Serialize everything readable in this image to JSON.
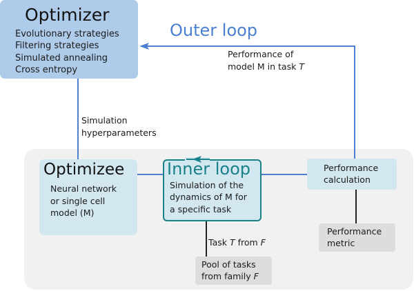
{
  "colors": {
    "optimizer_fill": "#aecbea",
    "outer_loop": "#4a7fd1",
    "inner_loop": "#188188",
    "light_box": "#d2e7ef",
    "gray_box": "#dddddd",
    "panel": "#f1f1f1"
  },
  "optimizer": {
    "title": "Optimizer",
    "items": [
      "Evolutionary strategies",
      "Filtering strategies",
      "Simulated annealing",
      "Cross entropy"
    ]
  },
  "outer_loop": {
    "title": "Outer loop",
    "label_line1": "Performance of",
    "label_line2_prefix": "model M in task ",
    "label_line2_italic": "T"
  },
  "simulation_hyperparameters": {
    "line1": "Simulation",
    "line2": "hyperparameters"
  },
  "optimizee": {
    "title": "Optimizee",
    "lines": [
      "Neural network",
      "or single cell",
      "model (M)"
    ]
  },
  "inner_loop": {
    "title": "Inner loop",
    "lines": [
      "Simulation of the",
      "dynamics of M for",
      "a specific task"
    ]
  },
  "performance_calculation": {
    "lines": [
      "Performance",
      "calculation"
    ]
  },
  "performance_metric": {
    "lines": [
      "Performance",
      "metric"
    ]
  },
  "task_label": {
    "prefix": "Task ",
    "italic1": "T",
    "middle": " from ",
    "italic2": "F"
  },
  "pool": {
    "line1": "Pool of tasks",
    "line2_prefix": "from family ",
    "line2_italic": "F"
  }
}
